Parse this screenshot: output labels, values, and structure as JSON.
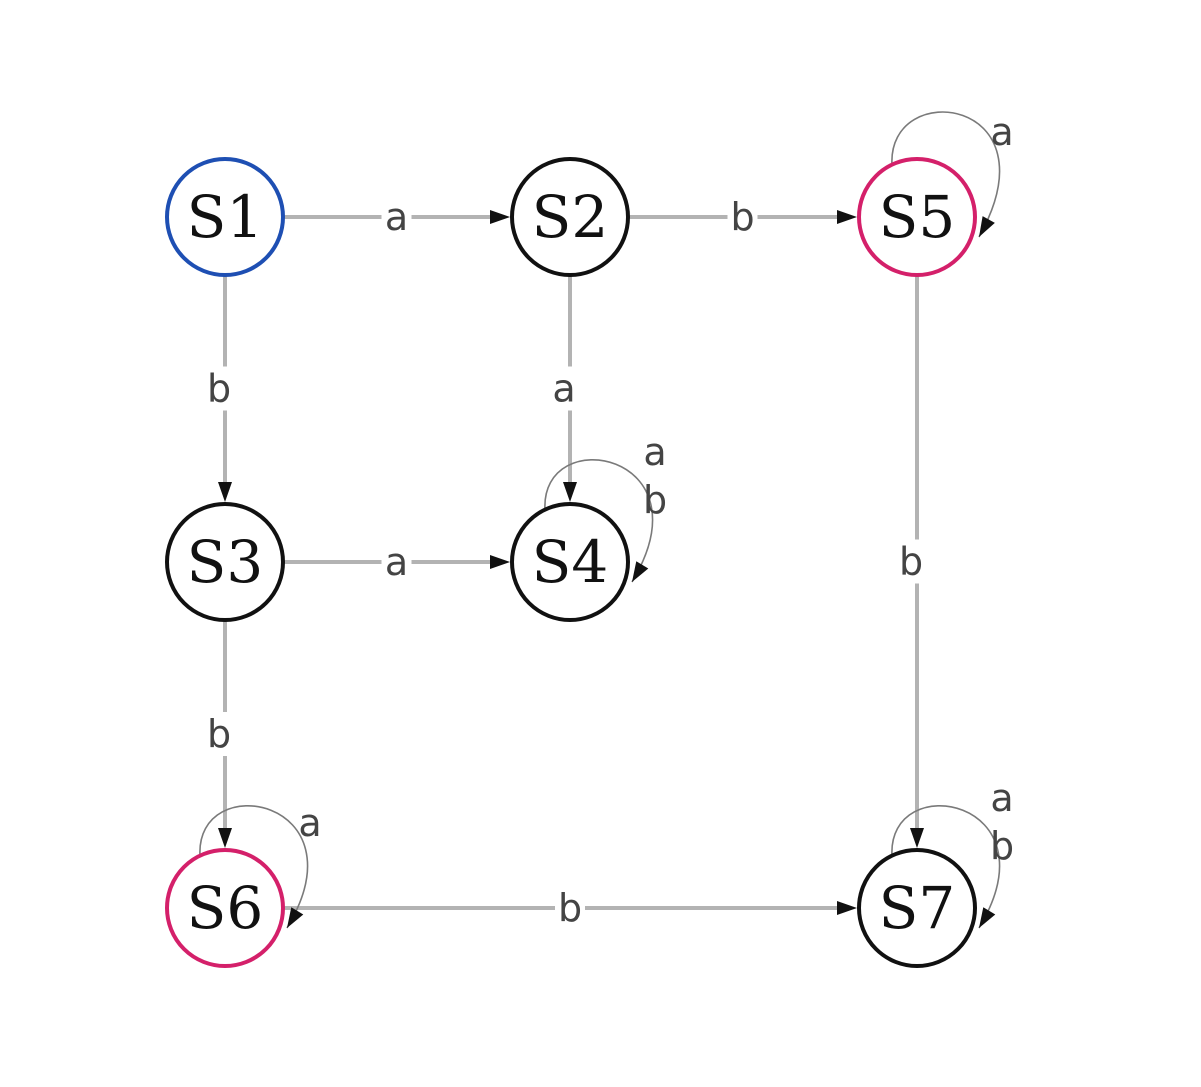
{
  "colors": {
    "start_state": "#1e4fb3",
    "accept_state": "#d4206a",
    "normal_state": "#111111",
    "edge": "#b3b3b3",
    "loop": "#7a7a7a"
  },
  "states": [
    {
      "id": "S1",
      "label": "S1",
      "kind": "start"
    },
    {
      "id": "S2",
      "label": "S2",
      "kind": "normal"
    },
    {
      "id": "S3",
      "label": "S3",
      "kind": "normal"
    },
    {
      "id": "S4",
      "label": "S4",
      "kind": "normal"
    },
    {
      "id": "S5",
      "label": "S5",
      "kind": "accept"
    },
    {
      "id": "S6",
      "label": "S6",
      "kind": "accept"
    },
    {
      "id": "S7",
      "label": "S7",
      "kind": "normal"
    }
  ],
  "transitions": [
    {
      "from": "S1",
      "to": "S2",
      "label": "a"
    },
    {
      "from": "S2",
      "to": "S5",
      "label": "b"
    },
    {
      "from": "S1",
      "to": "S3",
      "label": "b"
    },
    {
      "from": "S2",
      "to": "S4",
      "label": "a"
    },
    {
      "from": "S3",
      "to": "S4",
      "label": "a"
    },
    {
      "from": "S5",
      "to": "S7",
      "label": "b"
    },
    {
      "from": "S3",
      "to": "S6",
      "label": "b"
    },
    {
      "from": "S6",
      "to": "S7",
      "label": "b"
    },
    {
      "from": "S5",
      "to": "S5",
      "labels": [
        "a"
      ]
    },
    {
      "from": "S4",
      "to": "S4",
      "labels": [
        "a",
        "b"
      ]
    },
    {
      "from": "S6",
      "to": "S6",
      "labels": [
        "a"
      ]
    },
    {
      "from": "S7",
      "to": "S7",
      "labels": [
        "a",
        "b"
      ]
    }
  ]
}
